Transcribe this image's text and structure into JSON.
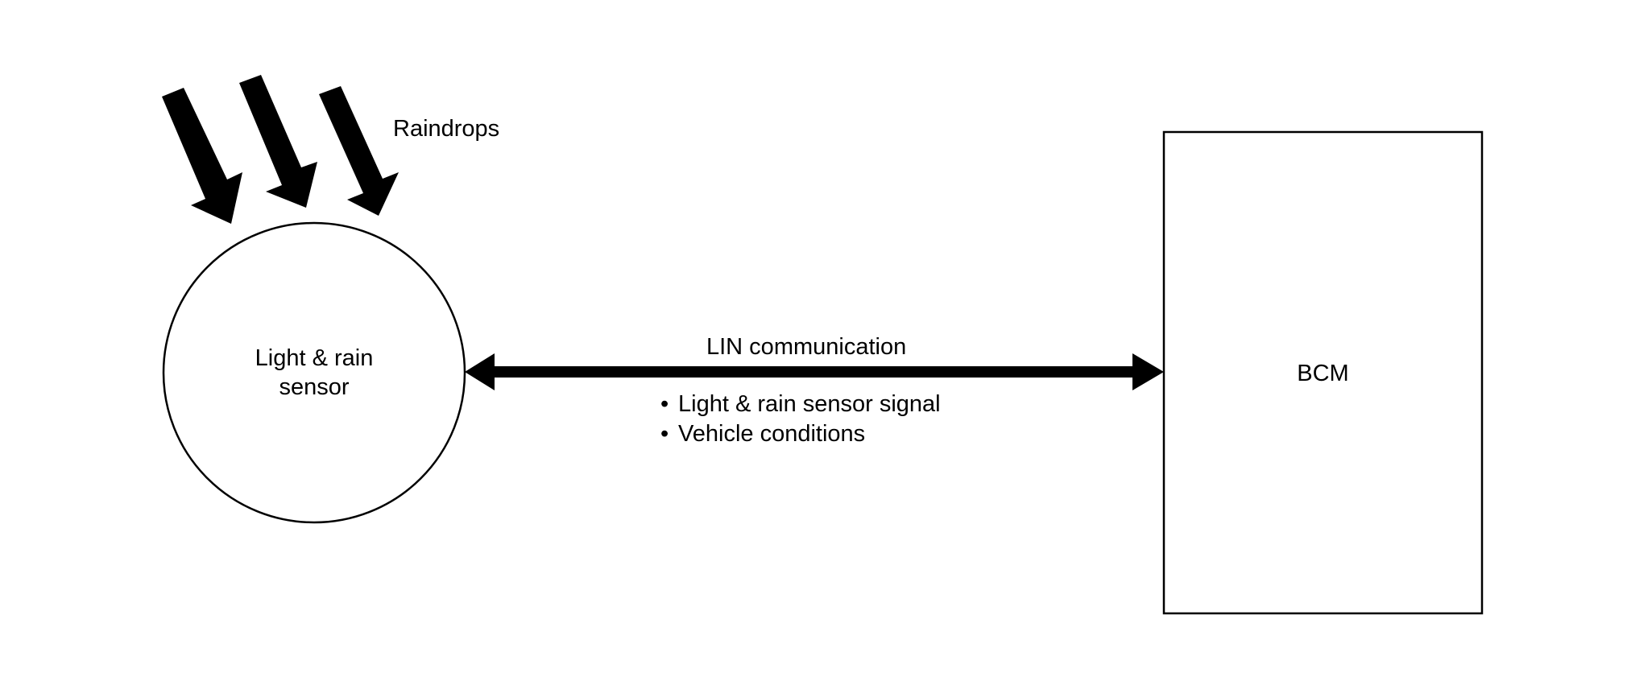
{
  "raindrops_label": "Raindrops",
  "sensor": {
    "label_line1": "Light & rain",
    "label_line2": "sensor"
  },
  "link": {
    "label": "LIN communication",
    "signals": [
      "Light & rain sensor signal",
      "Vehicle conditions"
    ]
  },
  "bcm": {
    "label": "BCM"
  },
  "colors": {
    "stroke": "#000000",
    "background": "#ffffff"
  }
}
